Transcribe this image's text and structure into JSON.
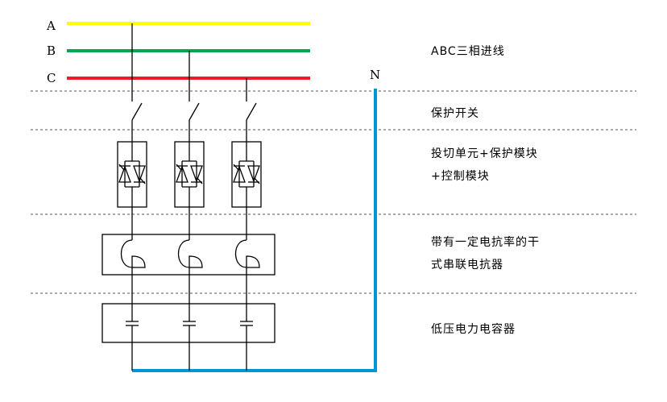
{
  "phases": [
    {
      "label": "A",
      "color": "#ffff00"
    },
    {
      "label": "B",
      "color": "#00a650"
    },
    {
      "label": "C",
      "color": "#ee1c24"
    }
  ],
  "neutral": {
    "label": "N",
    "color": "#0096d6"
  },
  "sections": [
    {
      "lines": [
        "ABC三相进线"
      ]
    },
    {
      "lines": [
        "保护开关"
      ]
    },
    {
      "lines": [
        "投切单元+保护模块",
        "+控制模块"
      ]
    },
    {
      "lines": [
        "带有一定电抗率的干",
        "式串联电抗器"
      ]
    },
    {
      "lines": [
        "低压电力电容器"
      ]
    }
  ]
}
